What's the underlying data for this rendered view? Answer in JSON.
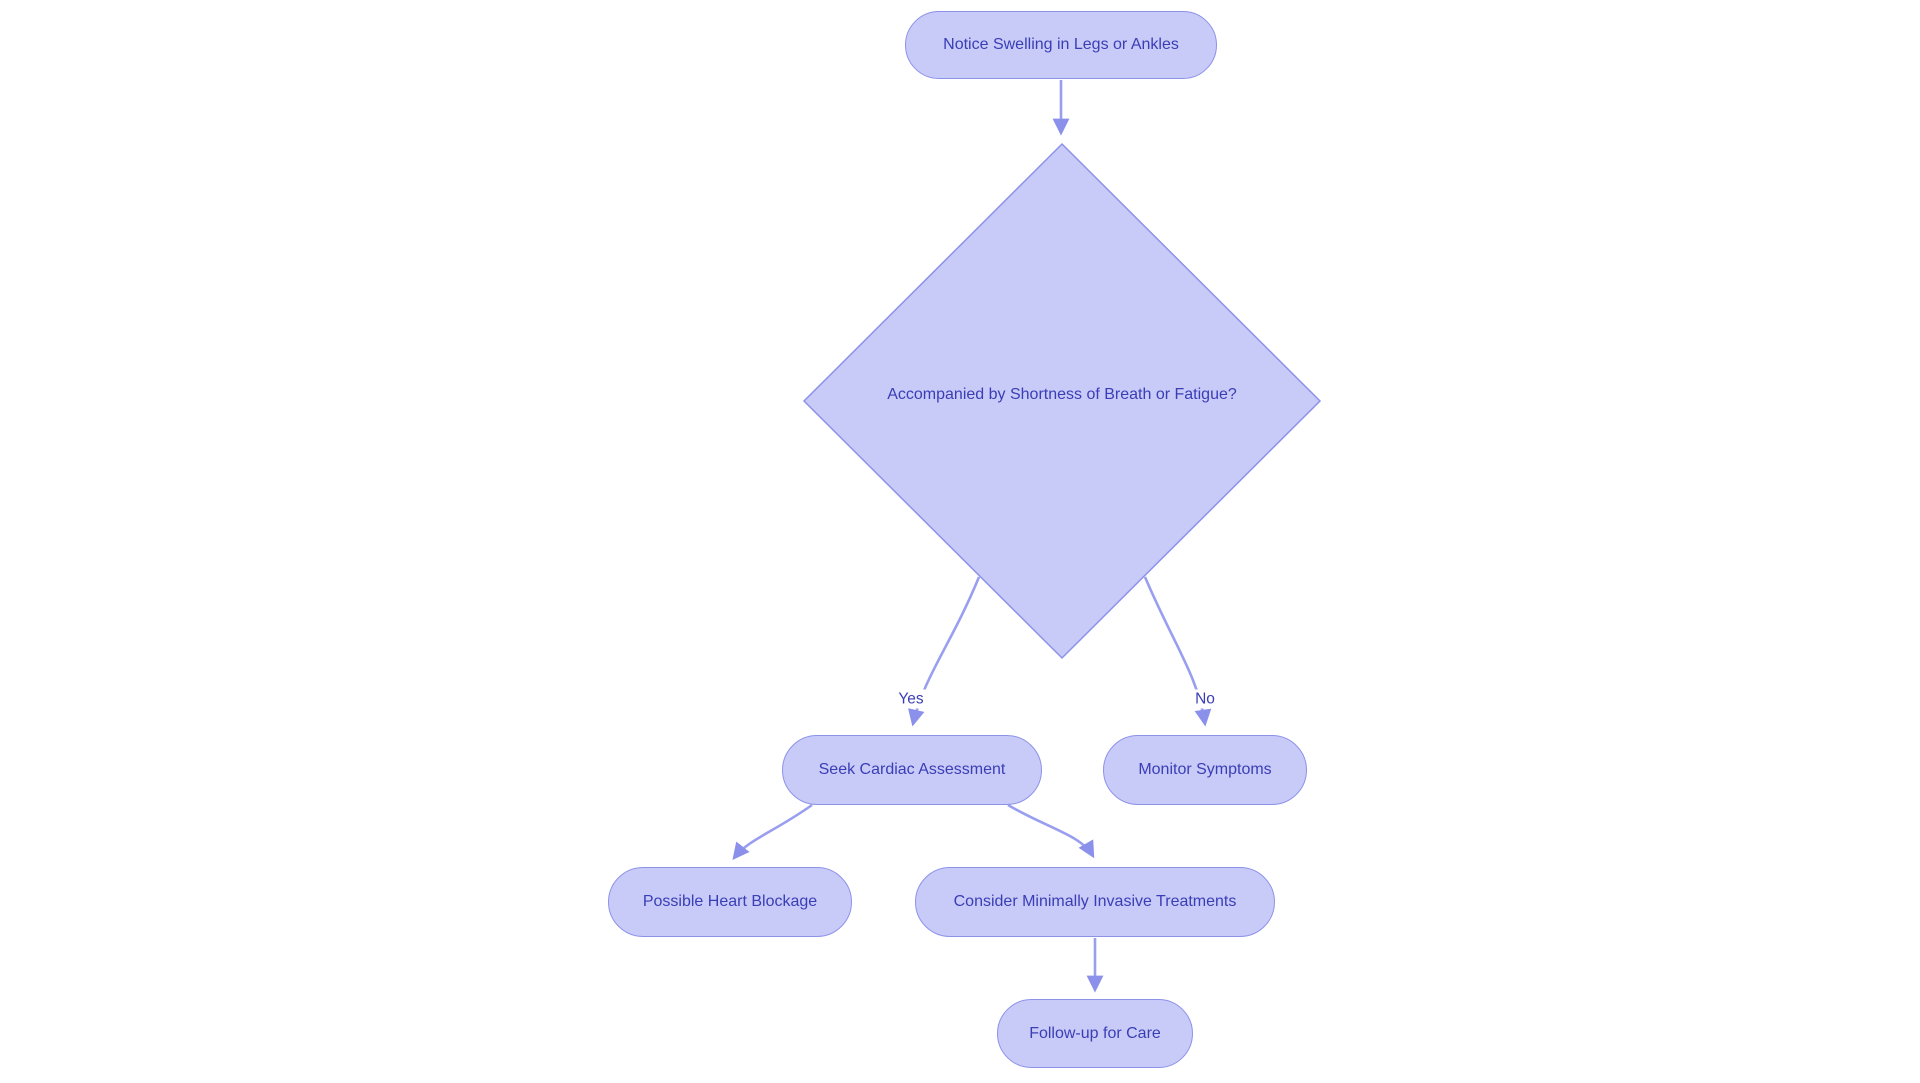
{
  "diagram": {
    "type": "flowchart",
    "orientation": "top-down",
    "background_color": "#ffffff",
    "colors": {
      "node_fill": "#c8caf8",
      "node_border": "#8d92e9",
      "edge_stroke": "#999ef0",
      "arrowhead_fill": "#8b90ea",
      "text": "#3a3eb5"
    },
    "nodes": [
      {
        "id": "start",
        "shape": "stadium",
        "label": "Notice Swelling in Legs or Ankles"
      },
      {
        "id": "decision",
        "shape": "diamond",
        "label": "Accompanied by Shortness of Breath or Fatigue?"
      },
      {
        "id": "seek",
        "shape": "stadium",
        "label": "Seek Cardiac Assessment"
      },
      {
        "id": "monitor",
        "shape": "stadium",
        "label": "Monitor Symptoms"
      },
      {
        "id": "possible",
        "shape": "stadium",
        "label": "Possible Heart Blockage"
      },
      {
        "id": "consider",
        "shape": "stadium",
        "label": "Consider Minimally Invasive Treatments"
      },
      {
        "id": "followup",
        "shape": "stadium",
        "label": "Follow-up for Care"
      }
    ],
    "edges": [
      {
        "from": "start",
        "to": "decision",
        "label": ""
      },
      {
        "from": "decision",
        "to": "seek",
        "label": "Yes"
      },
      {
        "from": "decision",
        "to": "monitor",
        "label": "No"
      },
      {
        "from": "seek",
        "to": "possible",
        "label": ""
      },
      {
        "from": "seek",
        "to": "consider",
        "label": ""
      },
      {
        "from": "consider",
        "to": "followup",
        "label": ""
      }
    ]
  }
}
